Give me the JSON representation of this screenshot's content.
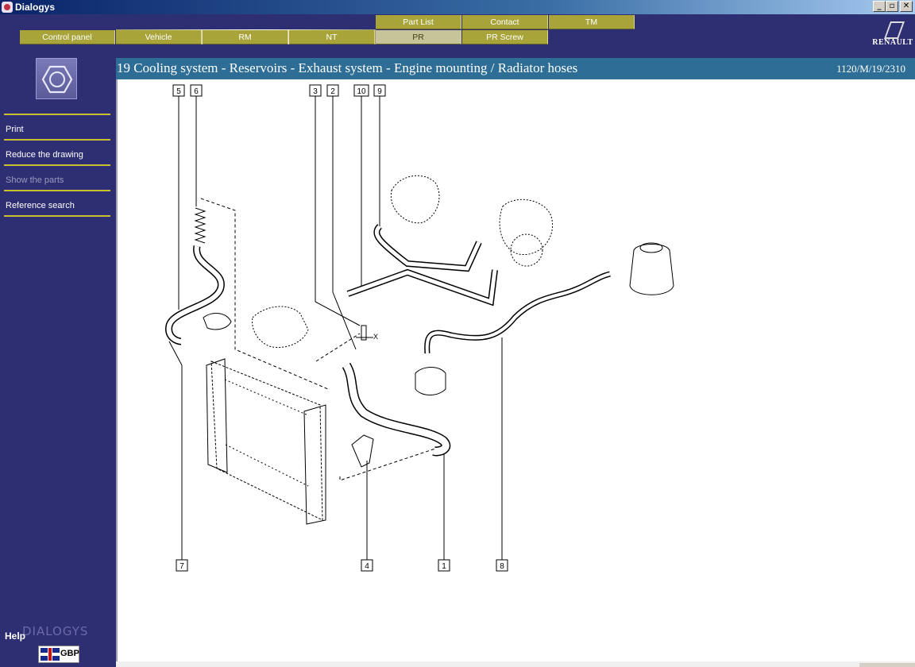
{
  "window": {
    "title": "Dialogys",
    "btn_min": "_",
    "btn_max": "▫",
    "btn_close": "✕"
  },
  "nav": {
    "top_tabs": [
      "Part List",
      "Contact",
      "TM"
    ],
    "bottom_tabs": [
      "Control panel",
      "Vehicle",
      "RM",
      "NT",
      "PR",
      "PR Screw"
    ],
    "active_tab": "PR"
  },
  "brand": "RENAULT",
  "sidebar": {
    "items": [
      {
        "label": "Print",
        "enabled": true
      },
      {
        "label": "Reduce the drawing",
        "enabled": true
      },
      {
        "label": "Show the parts",
        "enabled": false
      },
      {
        "label": "Reference search",
        "enabled": true
      }
    ],
    "help_label": "Help",
    "app_watermark": "DIALOGYS",
    "currency": "GBP"
  },
  "page": {
    "title": "19 Cooling system - Reservoirs - Exhaust system - Engine mounting / Radiator hoses",
    "reference": "1120/M/19/2310"
  },
  "drawing": {
    "callouts_top": [
      "5",
      "6",
      "3",
      "2",
      "10",
      "9"
    ],
    "callouts_bottom": [
      "7",
      "4",
      "1",
      "8"
    ],
    "annotation": "X"
  },
  "colors": {
    "accent": "#a8a43a",
    "sidebar_bg": "#2e2e73",
    "header_bg": "#2e6e96",
    "rule": "#c8c030"
  }
}
